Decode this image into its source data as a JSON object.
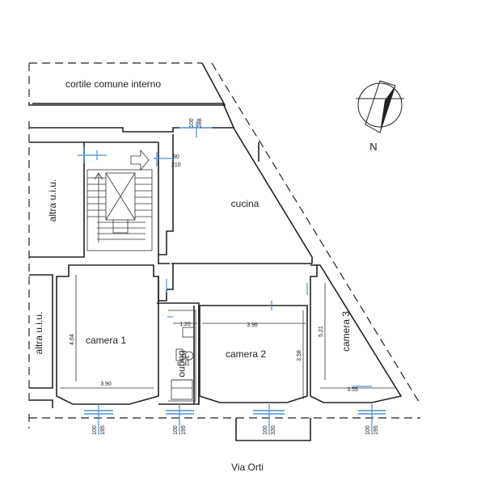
{
  "rooms": {
    "cortile": "cortile comune interno",
    "cucina": "cucina",
    "camera1": "camera 1",
    "camera2": "camera 2",
    "camera3": "camera 3",
    "bagno": "bagno",
    "altra_top": "altra u.i.u.",
    "altra_bottom": "altra u.i.u."
  },
  "street": "Via Orti",
  "north": "N",
  "dimensions": {
    "cam1_width": "3.90",
    "cam1_height": "4.64",
    "cam2_width": "3.96",
    "cam2_height": "3.58",
    "cam3_width": "3.55",
    "cam3_height": "5.21",
    "bagno_width": "1.20",
    "bagno_height": "3.62"
  },
  "openings": {
    "top_window_w": "100",
    "top_window_h": "288",
    "door_w": "90",
    "door_h": "210",
    "win1_w": "100",
    "win1_h": "195",
    "win2_w": "100",
    "win2_h": "195",
    "win3_w": "100",
    "win3_h": "330",
    "win4_w": "100",
    "win4_h": "195"
  },
  "colors": {
    "walls": "#222222",
    "openings": "#4a90d9"
  }
}
